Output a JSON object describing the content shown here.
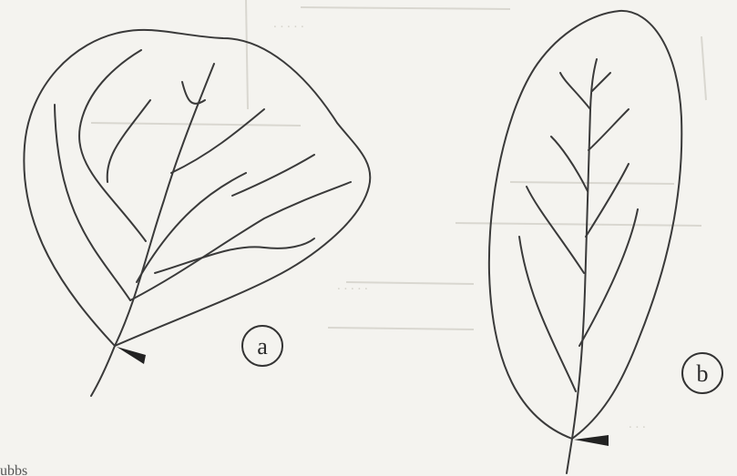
{
  "figure": {
    "panels": [
      {
        "id": "a",
        "label": "a"
      },
      {
        "id": "b",
        "label": "b"
      }
    ],
    "margin_text": "ubbs"
  },
  "colors": {
    "paper": "#f4f3ef",
    "ink": "#3a3a3a",
    "bleed_through": "#d9d7d0"
  }
}
